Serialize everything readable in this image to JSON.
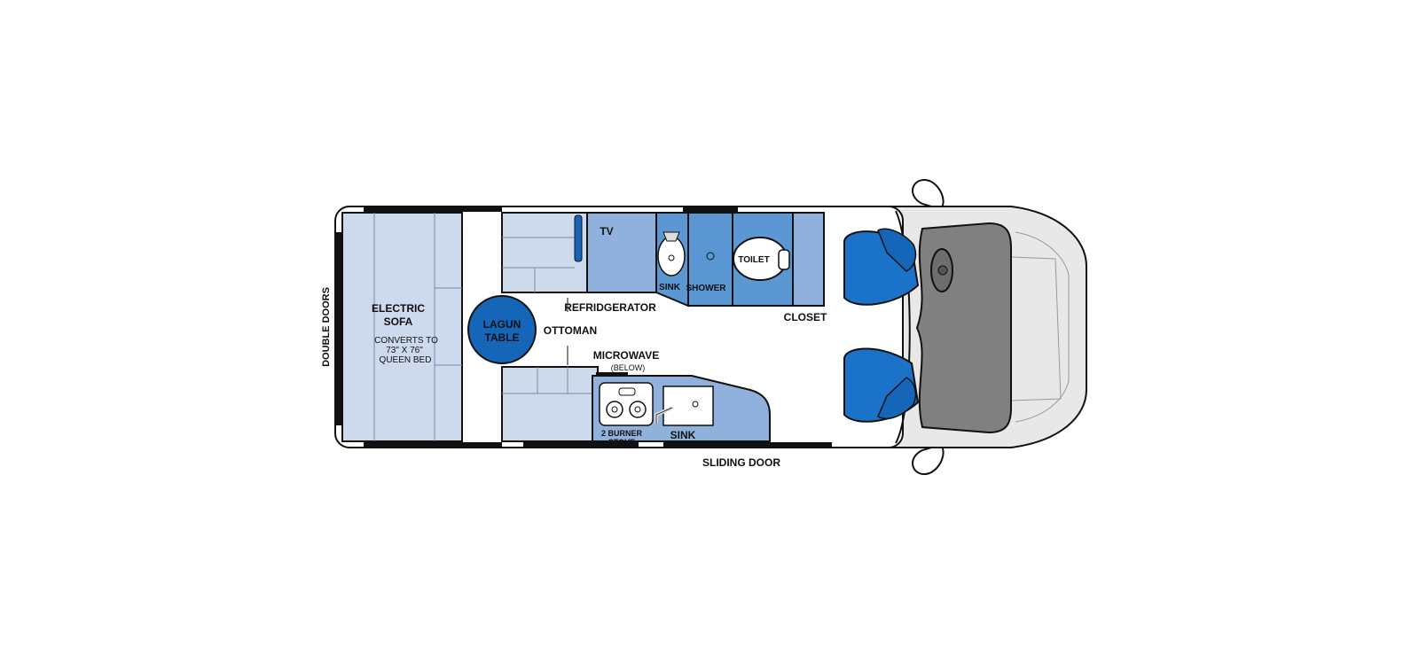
{
  "colors": {
    "light_blue": "#cdd9ec",
    "mid_blue": "#8fb1dc",
    "bath_blue": "#5b97d3",
    "deep_blue": "#1565b8",
    "seat_blue": "#1a73c9",
    "cab_gray": "#e8e8e8",
    "dash_gray": "#808080",
    "outline": "#111111"
  },
  "labels": {
    "double_doors": "DOUBLE DOORS",
    "sofa_line1": "ELECTRIC",
    "sofa_line2": "SOFA",
    "sofa_note1": "CONVERTS TO",
    "sofa_note2": "73\" X 76\"",
    "sofa_note3": "QUEEN BED",
    "table_line1": "LAGUN",
    "table_line2": "TABLE",
    "ottoman": "OTTOMAN",
    "tv": "TV",
    "refrigerator": "REFRIDGERATOR",
    "bath_sink": "SINK",
    "shower": "SHOWER",
    "toilet": "TOILET",
    "closet": "CLOSET",
    "microwave": "MICROWAVE",
    "microwave_note": "(BELOW)",
    "stove_line1": "2 BURNER",
    "stove_line2": "STOVE",
    "galley_sink": "SINK",
    "sliding_door": "SLIDING DOOR"
  }
}
